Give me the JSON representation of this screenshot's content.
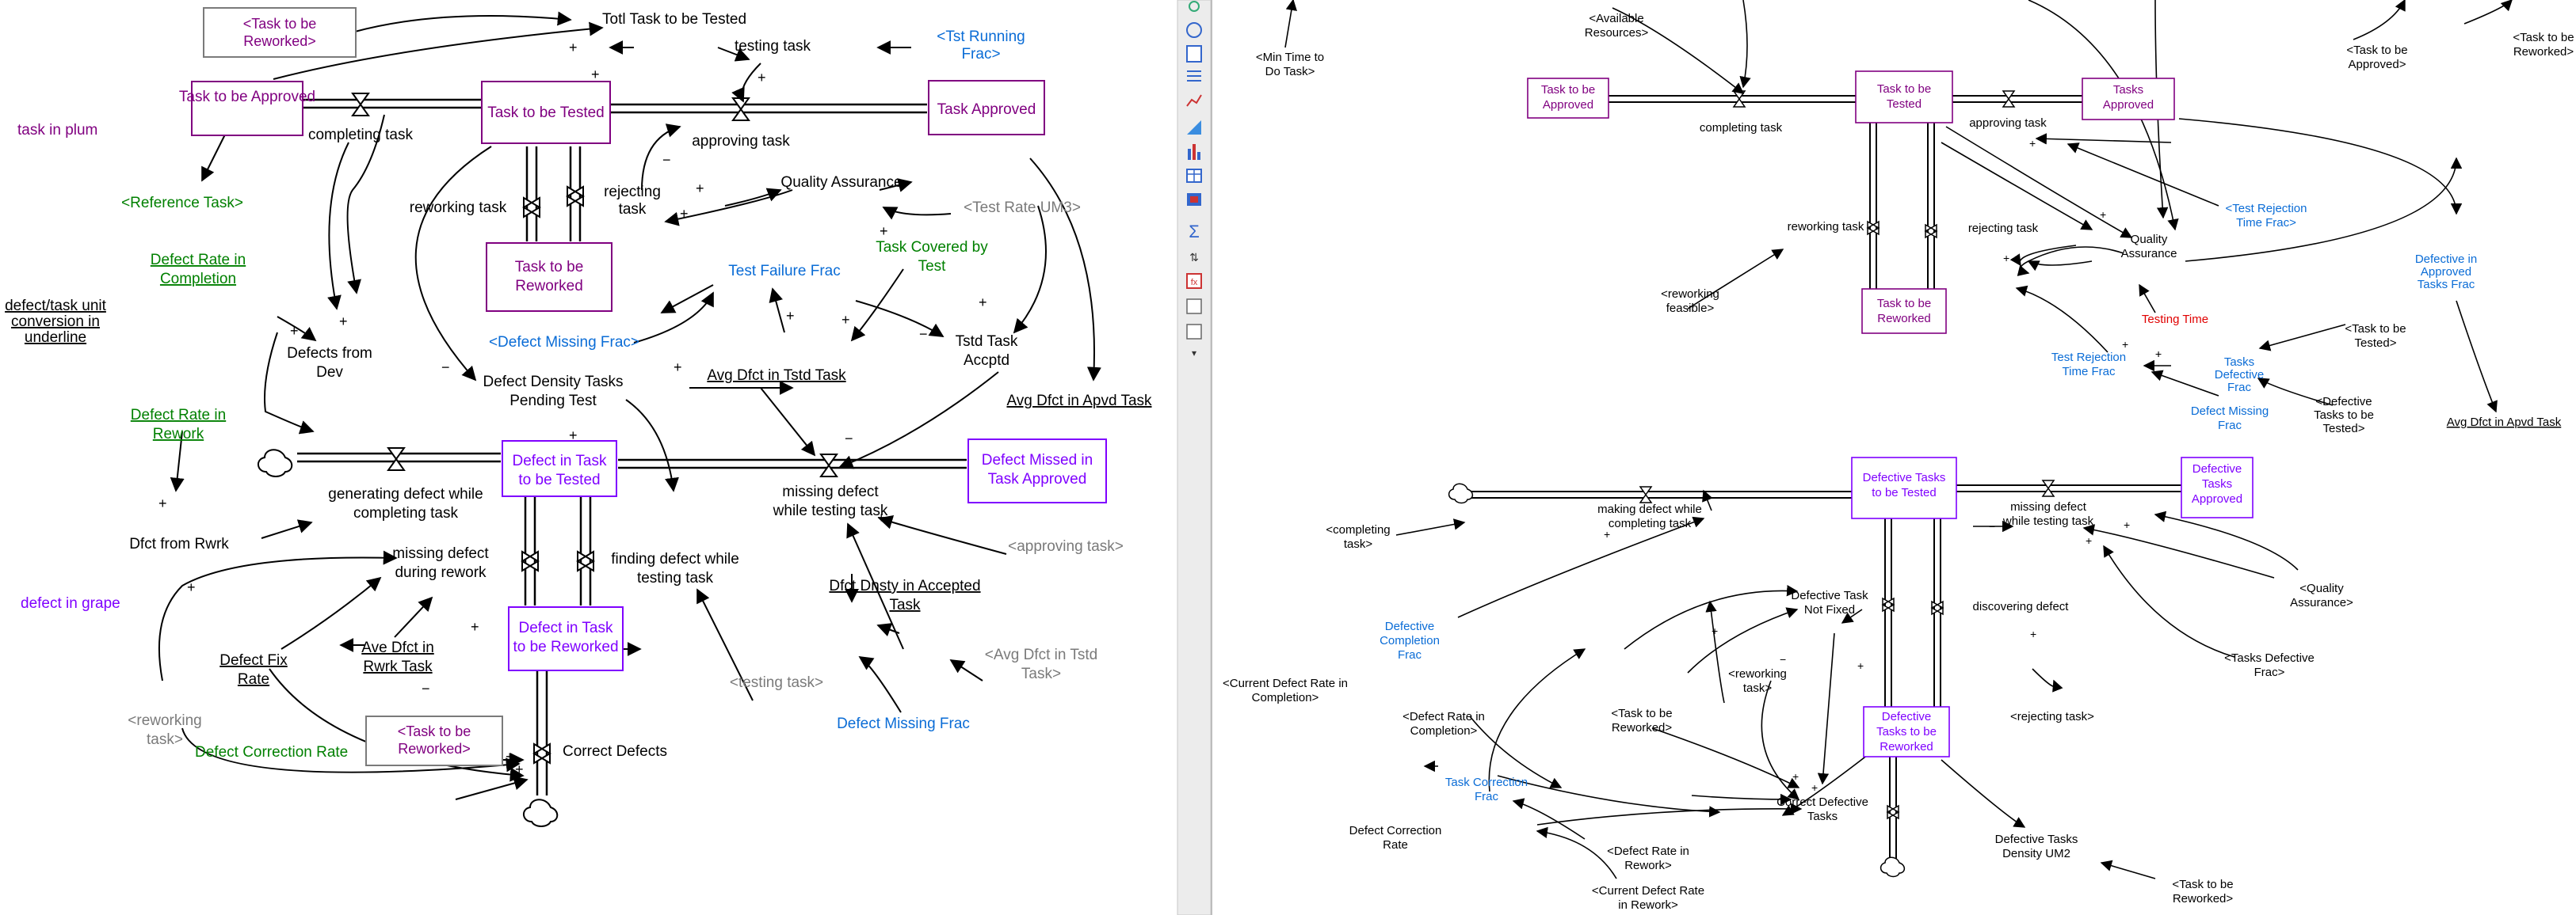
{
  "colors": {
    "plum": "#800080",
    "grape": "#7f00ff",
    "green": "#008000",
    "blue": "#0a6cd6",
    "gray": "#7a7a7a",
    "red": "#e00000",
    "black": "#000000"
  },
  "left": {
    "legend": {
      "plum": "task in plum",
      "grape": "defect in grape",
      "underline": "defect/task unit conversion in underline"
    },
    "stocks": [
      {
        "id": "tba",
        "label": "Task to be Approved",
        "color": "plum"
      },
      {
        "id": "tbt",
        "label": "Task to be Tested",
        "color": "plum"
      },
      {
        "id": "tap",
        "label": "Task Approved",
        "color": "plum"
      },
      {
        "id": "tbr",
        "label": "Task to be Reworked",
        "color": "plum"
      },
      {
        "id": "dtt",
        "label": "Defect in Task to be Tested",
        "color": "grape"
      },
      {
        "id": "dma",
        "label": "Defect Missed in Task Approved",
        "color": "grape"
      },
      {
        "id": "dtr",
        "label": "Defect in Task to be Reworked",
        "color": "grape"
      }
    ],
    "shadows": [
      {
        "id": "s1",
        "label": "<Task to be Reworked>"
      },
      {
        "id": "s2",
        "label": "<Task to be Reworked>"
      }
    ],
    "vars": [
      {
        "id": "totl",
        "label": "Totl Task to be Tested",
        "color": "black"
      },
      {
        "id": "testing",
        "label": "testing task",
        "color": "black"
      },
      {
        "id": "tstrun",
        "label": "<Tst Running Frac>",
        "color": "blue"
      },
      {
        "id": "completing",
        "label": "completing task",
        "color": "black"
      },
      {
        "id": "approving",
        "label": "approving task",
        "color": "black"
      },
      {
        "id": "reftask",
        "label": "<Reference Task>",
        "color": "green"
      },
      {
        "id": "qa",
        "label": "Quality Assurance",
        "color": "black"
      },
      {
        "id": "rejecting",
        "label": "rejecting task",
        "color": "black"
      },
      {
        "id": "reworking",
        "label": "reworking task",
        "color": "black"
      },
      {
        "id": "testrate",
        "label": "<Test Rate UM3>",
        "color": "gray"
      },
      {
        "id": "drc",
        "label": "Defect Rate in Completion",
        "color": "green",
        "underline": true
      },
      {
        "id": "tfail",
        "label": "Test Failure Frac",
        "color": "blue"
      },
      {
        "id": "tcov",
        "label": "Task Covered by Test",
        "color": "green"
      },
      {
        "id": "dfd",
        "label": "Defects from Dev",
        "color": "black"
      },
      {
        "id": "dmf",
        "label": "<Defect Missing Frac>",
        "color": "blue"
      },
      {
        "id": "tta",
        "label": "Tstd Task Accptd",
        "color": "black"
      },
      {
        "id": "ddt",
        "label": "Defect Density Tasks Pending Test",
        "color": "black"
      },
      {
        "id": "adt",
        "label": "Avg Dfct in Tstd Task",
        "color": "black",
        "underline": true
      },
      {
        "id": "ada",
        "label": "Avg Dfct in Apvd Task",
        "color": "black",
        "underline": true
      },
      {
        "id": "drr",
        "label": "Defect Rate in Rework",
        "color": "green",
        "underline": true
      },
      {
        "id": "gen",
        "label": "generating defect while completing task",
        "color": "black"
      },
      {
        "id": "mdt",
        "label": "missing defect while testing task",
        "color": "black"
      },
      {
        "id": "dfr",
        "label": "Dfct from Rwrk",
        "color": "black"
      },
      {
        "id": "mdr",
        "label": "missing defect during rework",
        "color": "black"
      },
      {
        "id": "fdt",
        "label": "finding defect while testing task",
        "color": "black"
      },
      {
        "id": "appr2",
        "label": "<approving task>",
        "color": "gray"
      },
      {
        "id": "dda",
        "label": "Dfct Dnsty in Accepted Task",
        "color": "black",
        "underline": true
      },
      {
        "id": "dfx",
        "label": "Defect Fix Rate",
        "color": "black",
        "underline": true
      },
      {
        "id": "adr",
        "label": "Ave Dfct in Rwrk Task",
        "color": "black",
        "underline": true
      },
      {
        "id": "avgt",
        "label": "<Avg Dfct in Tstd Task>",
        "color": "gray"
      },
      {
        "id": "rwk2",
        "label": "<reworking task>",
        "color": "gray"
      },
      {
        "id": "tst2",
        "label": "<testing task>",
        "color": "gray"
      },
      {
        "id": "dmf2",
        "label": "Defect Missing Frac",
        "color": "blue"
      },
      {
        "id": "dcr",
        "label": "Defect Correction Rate",
        "color": "green"
      },
      {
        "id": "cd",
        "label": "Correct Defects",
        "color": "black"
      }
    ]
  },
  "toolbar": {
    "tools": [
      "sketch-tool",
      "rotate-tool",
      "document-tool",
      "list-tool",
      "graph-tool",
      "chart-tool",
      "bar-tool",
      "table-tool",
      "compare-tool",
      "sum-tool",
      "units-tool",
      "function-tool",
      "data-tool",
      "info-tool",
      "more-tool"
    ]
  },
  "right": {
    "stocks": [
      {
        "id": "r_tba",
        "label": "Task to be Approved",
        "color": "plum"
      },
      {
        "id": "r_tbt",
        "label": "Task to be Tested",
        "color": "plum"
      },
      {
        "id": "r_tap",
        "label": "Tasks Approved",
        "color": "plum"
      },
      {
        "id": "r_tbr",
        "label": "Task to be Reworked",
        "color": "plum"
      },
      {
        "id": "r_dtt",
        "label": "Defective Tasks to be Tested",
        "color": "grape"
      },
      {
        "id": "r_dta",
        "label": "Defective Tasks Approved",
        "color": "grape"
      },
      {
        "id": "r_dtr",
        "label": "Defective Tasks to be Reworked",
        "color": "grape"
      }
    ],
    "vars": [
      {
        "id": "r_mintime",
        "label": "<Min Time to Do Task>",
        "color": "black"
      },
      {
        "id": "r_avail",
        "label": "<Available Resources>",
        "color": "black"
      },
      {
        "id": "r_tbap",
        "label": "<Task to be Approved>",
        "color": "black"
      },
      {
        "id": "r_tbrw",
        "label": "<Task to be Reworked>",
        "color": "black"
      },
      {
        "id": "r_completing",
        "label": "completing task",
        "color": "black"
      },
      {
        "id": "r_approving",
        "label": "approving task",
        "color": "black"
      },
      {
        "id": "r_trtf",
        "label": "<Test Rejection Time Frac>",
        "color": "blue"
      },
      {
        "id": "r_reworking",
        "label": "reworking task",
        "color": "black"
      },
      {
        "id": "r_rejecting",
        "label": "rejecting task",
        "color": "black"
      },
      {
        "id": "r_qa",
        "label": "Quality Assurance",
        "color": "black"
      },
      {
        "id": "r_diatf",
        "label": "Defective in Approved Tasks Frac",
        "color": "blue"
      },
      {
        "id": "r_rwf",
        "label": "<reworking feasible>",
        "color": "black"
      },
      {
        "id": "r_testtime",
        "label": "Testing Time",
        "color": "red"
      },
      {
        "id": "r_tbt2",
        "label": "<Task to be Tested>",
        "color": "black"
      },
      {
        "id": "r_trtf2",
        "label": "Test Rejection Time Frac",
        "color": "blue"
      },
      {
        "id": "r_tdf",
        "label": "Tasks Defective Frac",
        "color": "blue"
      },
      {
        "id": "r_dmf",
        "label": "Defect Missing Frac",
        "color": "blue"
      },
      {
        "id": "r_dtbt",
        "label": "<Defective Tasks to be Tested>",
        "color": "black"
      },
      {
        "id": "r_ada",
        "label": "Avg Dfct in Apvd Task",
        "color": "black",
        "underline": true
      },
      {
        "id": "r_making",
        "label": "making defect while completing task",
        "color": "black"
      },
      {
        "id": "r_mdt",
        "label": "missing defect while testing task",
        "color": "black"
      },
      {
        "id": "r_ct",
        "label": "<completing task>",
        "color": "black"
      },
      {
        "id": "r_qa2",
        "label": "<Quality Assurance>",
        "color": "black"
      },
      {
        "id": "r_dtnf",
        "label": "Defective Task Not Fixed",
        "color": "black"
      },
      {
        "id": "r_disc",
        "label": "discovering defect",
        "color": "black"
      },
      {
        "id": "r_dcf",
        "label": "Defective Completion Frac",
        "color": "blue"
      },
      {
        "id": "r_cdric",
        "label": "<Current Defect Rate in Completion>",
        "color": "black"
      },
      {
        "id": "r_rwk2",
        "label": "<reworking task>",
        "color": "black"
      },
      {
        "id": "r_tdf2",
        "label": "<Tasks Defective Frac>",
        "color": "black"
      },
      {
        "id": "r_dric",
        "label": "<Defect Rate in Completion>",
        "color": "black"
      },
      {
        "id": "r_tbrw2",
        "label": "<Task to be Reworked>",
        "color": "black"
      },
      {
        "id": "r_rej2",
        "label": "<rejecting task>",
        "color": "black"
      },
      {
        "id": "r_tcf",
        "label": "Task Correction Frac",
        "color": "blue"
      },
      {
        "id": "r_cdt",
        "label": "Correct Defective Tasks",
        "color": "black"
      },
      {
        "id": "r_dcr",
        "label": "Defect Correction Rate",
        "color": "black"
      },
      {
        "id": "r_drir",
        "label": "<Defect Rate in Rework>",
        "color": "black"
      },
      {
        "id": "r_cdrir",
        "label": "<Current Defect Rate in Rework>",
        "color": "black"
      },
      {
        "id": "r_dtd",
        "label": "Defective Tasks Density UM2",
        "color": "black"
      },
      {
        "id": "r_tbrw3",
        "label": "<Task to be Reworked>",
        "color": "black"
      }
    ]
  }
}
